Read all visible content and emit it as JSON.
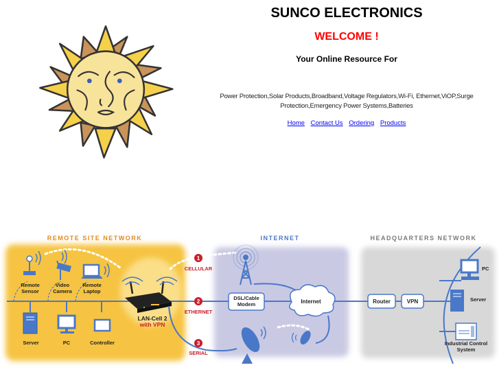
{
  "header": {
    "title": "SUNCO ELECTRONICS",
    "welcome": "WELCOME !",
    "subtitle": "Your Online Resource For",
    "description": "Power Protection,Solar Products,Broadband,Voltage Regulators,Wi-Fi, Ethernet,ViOP,Surge Protection,Emergency Power Systems,Batteries"
  },
  "nav": {
    "links": [
      {
        "label": "Home"
      },
      {
        "label": "Contact Us"
      },
      {
        "label": "Ordering"
      },
      {
        "label": "Products"
      }
    ]
  },
  "logo": {
    "icon": "sun-face-icon"
  },
  "diagram": {
    "sections": {
      "remote": "REMOTE SITE NETWORK",
      "internet": "INTERNET",
      "hq": "HEADQUARTERS NETWORK"
    },
    "remote_devices": {
      "sensor_1": "Remote",
      "sensor_2": "Sensor",
      "camera_1": "Video",
      "camera_2": "Camera",
      "laptop_1": "Remote",
      "laptop_2": "Laptop",
      "server": "Server",
      "pc": "PC",
      "controller": "Controller"
    },
    "router": {
      "name": "LAN-Cell 2",
      "sub": "with VPN"
    },
    "links": [
      {
        "num": "1",
        "label": "CELLULAR"
      },
      {
        "num": "2",
        "label": "ETHERNET"
      },
      {
        "num": "3",
        "label": "SERIAL"
      }
    ],
    "internet_nodes": {
      "modem_1": "DSL/Cable",
      "modem_2": "Modem",
      "cloud": "Internet"
    },
    "hq_nodes": {
      "router": "Router",
      "vpn": "VPN",
      "pc": "PC",
      "server": "Server",
      "ics_1": "Industrial Control",
      "ics_2": "System"
    },
    "colors": {
      "remote_bg": "#f6c443",
      "internet_bg": "#c9c9e3",
      "hq_bg": "#d8d8d8",
      "line": "#4a78c8",
      "accent_red": "#c8202a",
      "section_orange": "#e28a1c",
      "section_blue": "#4a78c8",
      "section_gray": "#7a7a7a"
    }
  }
}
